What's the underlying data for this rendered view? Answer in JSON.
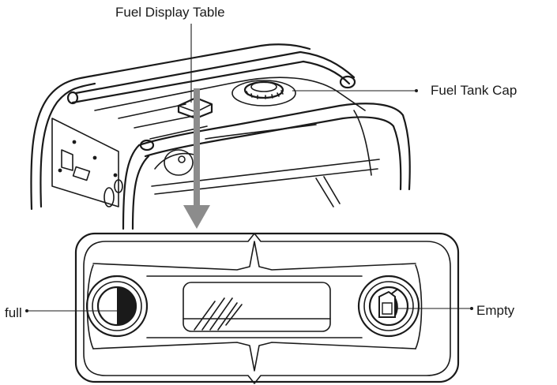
{
  "labels": {
    "fuel_display_table": "Fuel Display Table",
    "fuel_tank_cap": "Fuel Tank Cap",
    "full": "full",
    "empty": "Empty"
  },
  "colors": {
    "line": "#1a1a1a",
    "arrow": "#8c8c8c",
    "background": "#ffffff"
  },
  "icons": {
    "full_indicator": "half-filled-circle-icon",
    "empty_indicator": "fuel-can-icon"
  }
}
